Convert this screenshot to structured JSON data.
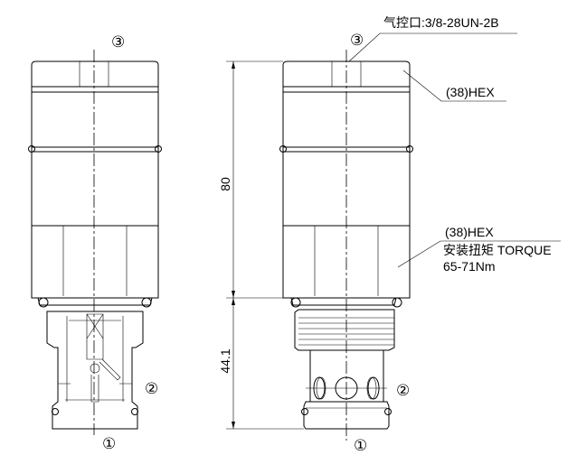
{
  "labels": {
    "air_port": "气控口:3/8-28UN-2B",
    "hex_top": "(38)HEX",
    "hex_bottom": "(38)HEX",
    "torque": "安装扭矩 TORQUE",
    "torque_value": "65-71Nm",
    "dim_length_upper": "80",
    "dim_length_lower": "44.1"
  },
  "ports": {
    "port1": "①",
    "port2": "②",
    "port3": "③"
  }
}
